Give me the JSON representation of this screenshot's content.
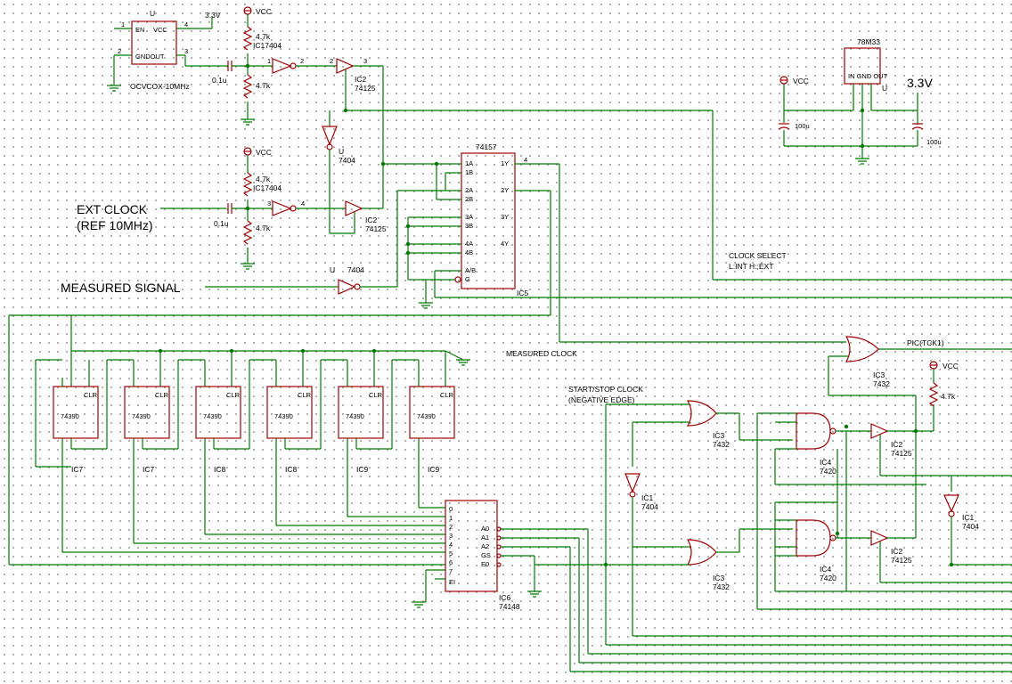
{
  "labels": {
    "osc_u": "U",
    "osc_en": "EN",
    "osc_vcc": "VCC",
    "osc_gndout": "GNDOUT",
    "osc_name": "OCVCOX-10MHz",
    "osc_pin1": "1",
    "osc_pin2": "2",
    "osc_pin3": "3",
    "osc_pin4": "4",
    "v33_top": "3.3V",
    "vcc": "VCC",
    "r47k": "4.7k",
    "cap01": "0.1u",
    "ic1_7404": "IC17404",
    "ic2": "IC2",
    "v74125": "74125",
    "u": "U",
    "v7404": "7404",
    "ext_clock_1": "EXT CLOCK",
    "ext_clock_2": "(REF 10MHz)",
    "measured_signal": "MEASURED SIGNAL",
    "v74157": "74157",
    "ic5": "IC5",
    "reg": "78M33",
    "reg_pins": "IN GND OUT",
    "v33_reg": "3.3V",
    "cap100u": "100u",
    "clock_select_1": "CLOCK SELECT",
    "clock_select_2": "L:INT H:;EXT",
    "measured_clock": "MEASURED CLOCK",
    "pic_tck1": "PIC(TCK1)",
    "ic3": "IC3",
    "v7432": "7432",
    "start_stop_1": "START/STOP CLOCK",
    "start_stop_2": "(NEGATIVE EDGE)",
    "ic4": "IC4",
    "v7420": "7420",
    "ic1": "IC1",
    "ic6": "IC6",
    "v74148": "74148",
    "v74390": "74390",
    "ic7": "IC7",
    "ic8": "IC8",
    "ic9": "IC9",
    "clr": "CLR",
    "ei": "EI",
    "gs": "GS",
    "eo": "E0",
    "a0": "A0",
    "a1": "A1",
    "a2": "A2"
  },
  "mux_pins_left": [
    "1A",
    "1B",
    "2A",
    "2B",
    "3A",
    "3B",
    "4A",
    "4B",
    "A/B",
    "G"
  ],
  "mux_pins_right": [
    "1Y",
    "2Y",
    "3Y",
    "4Y"
  ],
  "enc_inputs": [
    "0",
    "1",
    "2",
    "3",
    "4",
    "5",
    "6",
    "7"
  ],
  "counter_chips": [
    "IC7",
    "IC7",
    "IC8",
    "IC8",
    "IC9",
    "IC9"
  ],
  "colors": {
    "wire": "#007a00",
    "part": "#a00000",
    "dot": "#9a9a9a"
  }
}
